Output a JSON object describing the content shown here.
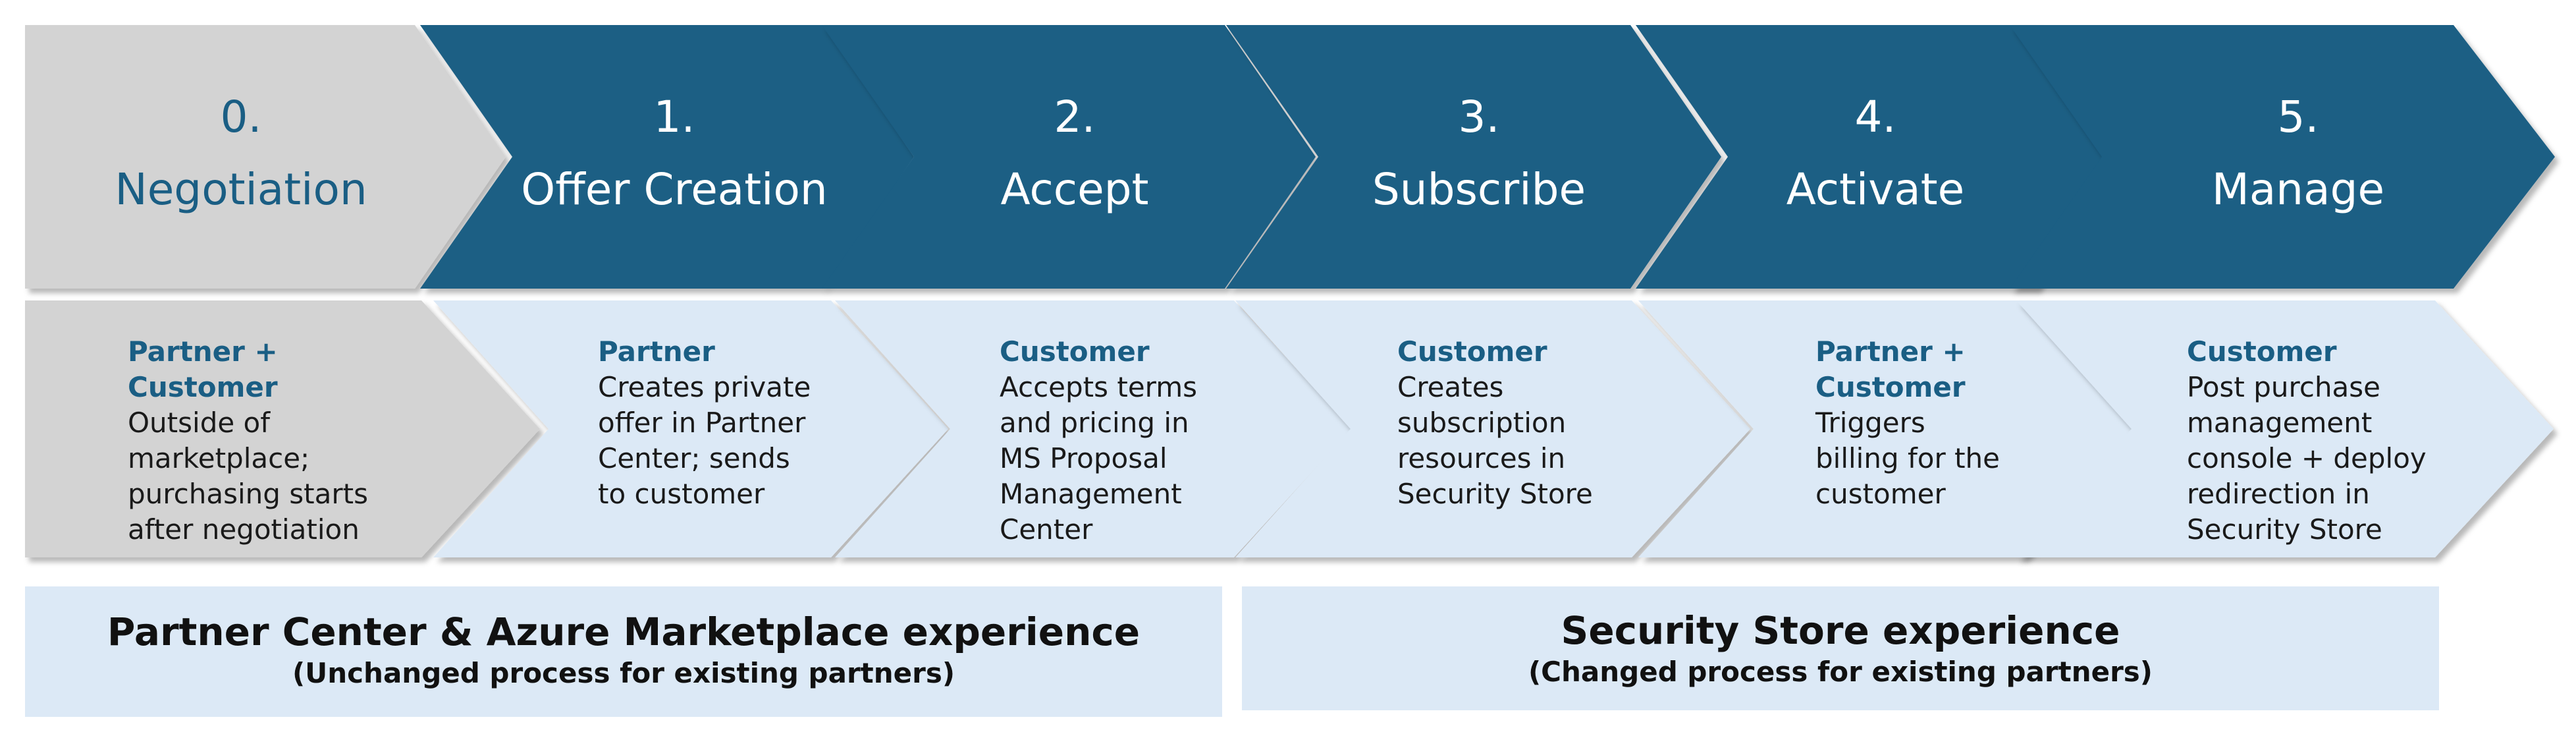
{
  "steps": [
    {
      "number": "0.",
      "name": "Negotiation",
      "actor_lines": [
        "Partner +",
        "Customer"
      ],
      "description_lines": [
        "Outside of",
        "marketplace;",
        "purchasing starts",
        "after negotiation"
      ]
    },
    {
      "number": "1.",
      "name": "Offer Creation",
      "actor_lines": [
        "Partner"
      ],
      "description_lines": [
        "Creates private",
        "offer in Partner",
        "Center; sends",
        "to customer"
      ]
    },
    {
      "number": "2.",
      "name": "Accept",
      "actor_lines": [
        "Customer"
      ],
      "description_lines": [
        "Accepts terms",
        "and pricing in",
        "MS Proposal",
        "Management",
        "Center"
      ]
    },
    {
      "number": "3.",
      "name": "Subscribe",
      "actor_lines": [
        "Customer"
      ],
      "description_lines": [
        "Creates",
        "subscription",
        "resources in",
        "Security Store"
      ]
    },
    {
      "number": "4.",
      "name": "Activate",
      "actor_lines": [
        "Partner +",
        "Customer"
      ],
      "description_lines": [
        "Triggers",
        "billing for the",
        "customer"
      ]
    },
    {
      "number": "5.",
      "name": "Manage",
      "actor_lines": [
        "Customer"
      ],
      "description_lines": [
        "Post purchase",
        "management",
        "console + deploy",
        "redirection in",
        "Security Store"
      ]
    }
  ],
  "footer": {
    "left": {
      "title": "Partner Center & Azure Marketplace experience",
      "subtitle": "(Unchanged process for existing partners)"
    },
    "right": {
      "title": "Security Store  experience",
      "subtitle": "(Changed process for existing partners)"
    }
  },
  "colors": {
    "step_header_fill": "#1a5e84",
    "step_header_first_fill": "#d3d3d3",
    "detail_fill": "#dce9f6",
    "detail_first_fill": "#d3d3d3",
    "actor_text": "#1a5e84",
    "footer_fill": "#dce9f6"
  }
}
